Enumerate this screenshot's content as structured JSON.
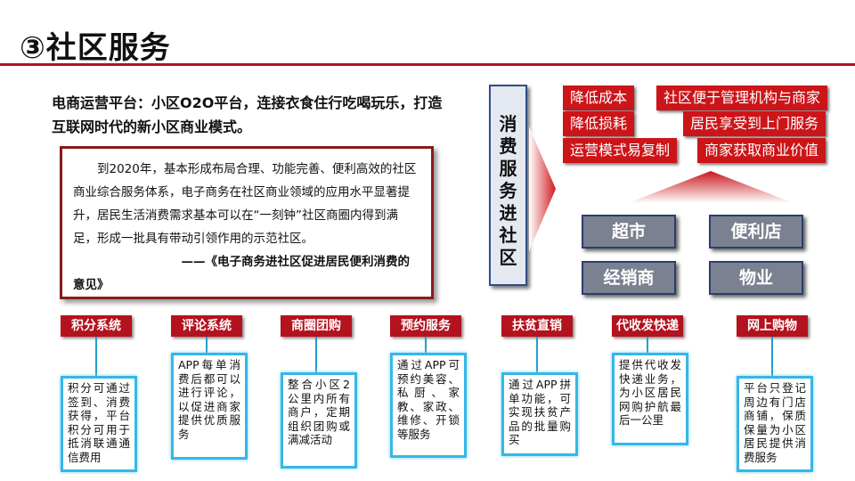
{
  "title": "③社区服务",
  "intro": "电商运营平台：小区O2O平台，连接衣食住行吃喝玩乐，打造互联网时代的新小区商业模式。",
  "quote": {
    "text": "到2020年，基本形成布局合理、功能完善、便利高效的社区商业综合服务体系，电子商务在社区商业领域的应用水平显著提升，居民生活消费需求基本可以在“一刻钟”社区商圈内得到满足，形成一批具有带动引领作用的示范社区。",
    "source": "——《电子商务进社区促进居民便利消费的意见》"
  },
  "vertical_banner": [
    "消",
    "费",
    "服",
    "务",
    "进",
    "社",
    "区"
  ],
  "benefits_left": [
    "降低成本",
    "降低损耗",
    "运营模式易复制"
  ],
  "benefits_right": [
    "社区便于管理机构与商家",
    "居民享受到上门服务",
    "商家获取商业价值"
  ],
  "categories": [
    "超市",
    "便利店",
    "经销商",
    "物业"
  ],
  "features": [
    {
      "label": "积分系统",
      "desc": "积分可通过签到、消费获得，平台积分可用于抵消联通通信费用"
    },
    {
      "label": "评论系统",
      "desc": "APP每单消费后都可以进行评论，以促进商家提供优质服务"
    },
    {
      "label": "商圈团购",
      "desc": "整合小区2公里内所有商户，定期组织团购或满减活动"
    },
    {
      "label": "预约服务",
      "desc": "通过APP可预约美容、私厨、家教、家政、维修、开锁等服务"
    },
    {
      "label": "扶贫直销",
      "desc": "通过APP拼单功能，可实现扶贫产品的批量购买"
    },
    {
      "label": "代收发快递",
      "desc": "提供代收发快递业务，为小区居民网购护航最后一公里"
    },
    {
      "label": "网上购物",
      "desc": "平台只登记周边有门店商铺，保质保量为小区居民提供消费服务"
    }
  ],
  "colors": {
    "accent_red": "#cc1519",
    "dark_red": "#b3121e",
    "blue_border": "#35b7e8",
    "grey_box": "#7b8190"
  }
}
